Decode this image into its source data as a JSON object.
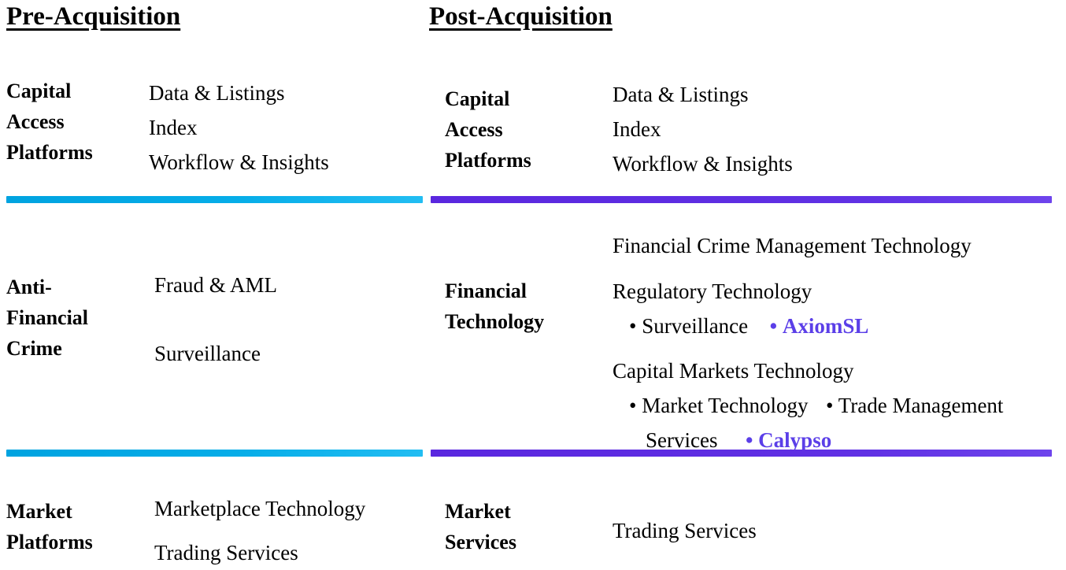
{
  "slide": {
    "background": "#FFFFFF",
    "text_color": "#000000"
  },
  "colors": {
    "divider_cyan": "#00A3E0",
    "divider_purple": "#5A27DF",
    "brand_highlight": "#5B3FE8"
  },
  "headers": {
    "left": "Pre-Acquisition",
    "right": "Post-Acquisition"
  },
  "left_column": {
    "rows": [
      {
        "label": "Capital\nAccess\nPlatforms",
        "items": [
          "Data & Listings",
          "Index",
          "Workflow & Insights"
        ]
      },
      {
        "label": "Anti-\nFinancial\nCrime",
        "items": [
          "Fraud & AML",
          "Surveillance"
        ]
      },
      {
        "label": "Market\nPlatforms",
        "items": [
          "Marketplace Technology",
          "Trading Services"
        ]
      }
    ]
  },
  "right_column": {
    "rows": [
      {
        "label": "Capital\nAccess\nPlatforms",
        "items": [
          "Data & Listings",
          "Index",
          "Workflow & Insights"
        ]
      },
      {
        "label": "Financial\nTechnology",
        "items": [
          "Financial Crime Management Technology",
          "Regulatory Technology",
          "Capital Markets Technology"
        ],
        "sub_items": {
          "regtech_bullet_1": "Surveillance",
          "regtech_brand": "AxiomSL",
          "capmkts_bullet_1": "Market Technology",
          "capmkts_bullet_2": "Trade Management",
          "capmkts_bullet_2_cont": "Services",
          "capmkts_brand": "Calypso"
        }
      },
      {
        "label": "Market\nServices",
        "items": [
          "Trading Services"
        ]
      }
    ]
  },
  "bullet_glyph": "•"
}
